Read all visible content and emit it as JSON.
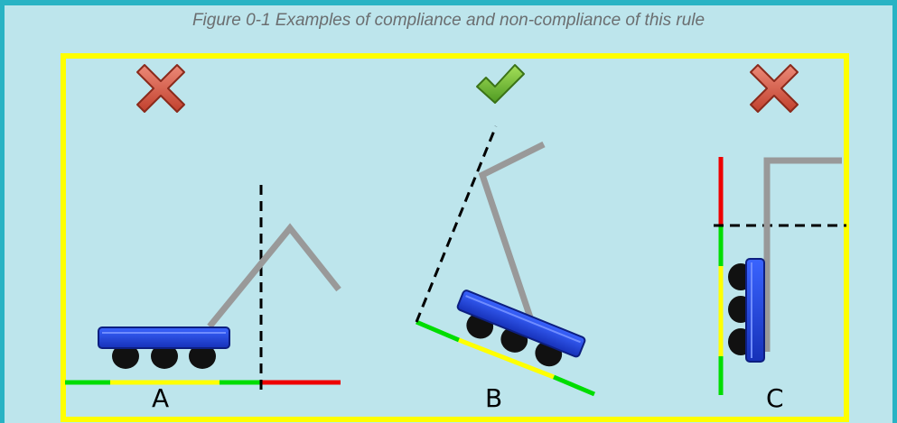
{
  "caption": "Figure 0-1 Examples of compliance and non-compliance of this rule",
  "panels": [
    {
      "label": "A",
      "status": "non-compliant",
      "icon": "red-cross-icon"
    },
    {
      "label": "B",
      "status": "compliant",
      "icon": "green-check-icon"
    },
    {
      "label": "C",
      "status": "non-compliant",
      "icon": "red-cross-icon"
    }
  ],
  "colors": {
    "background": "#bde5ec",
    "frame": "#29b3c4",
    "panel_border": "#ffff00",
    "robot": "#1f3fd6",
    "wheel": "#111111",
    "arm": "#999999",
    "zone_green": "#00dd00",
    "zone_yellow": "#ffff00",
    "zone_red": "#ee0000",
    "cross": "#d8533f",
    "check": "#66bb33"
  }
}
